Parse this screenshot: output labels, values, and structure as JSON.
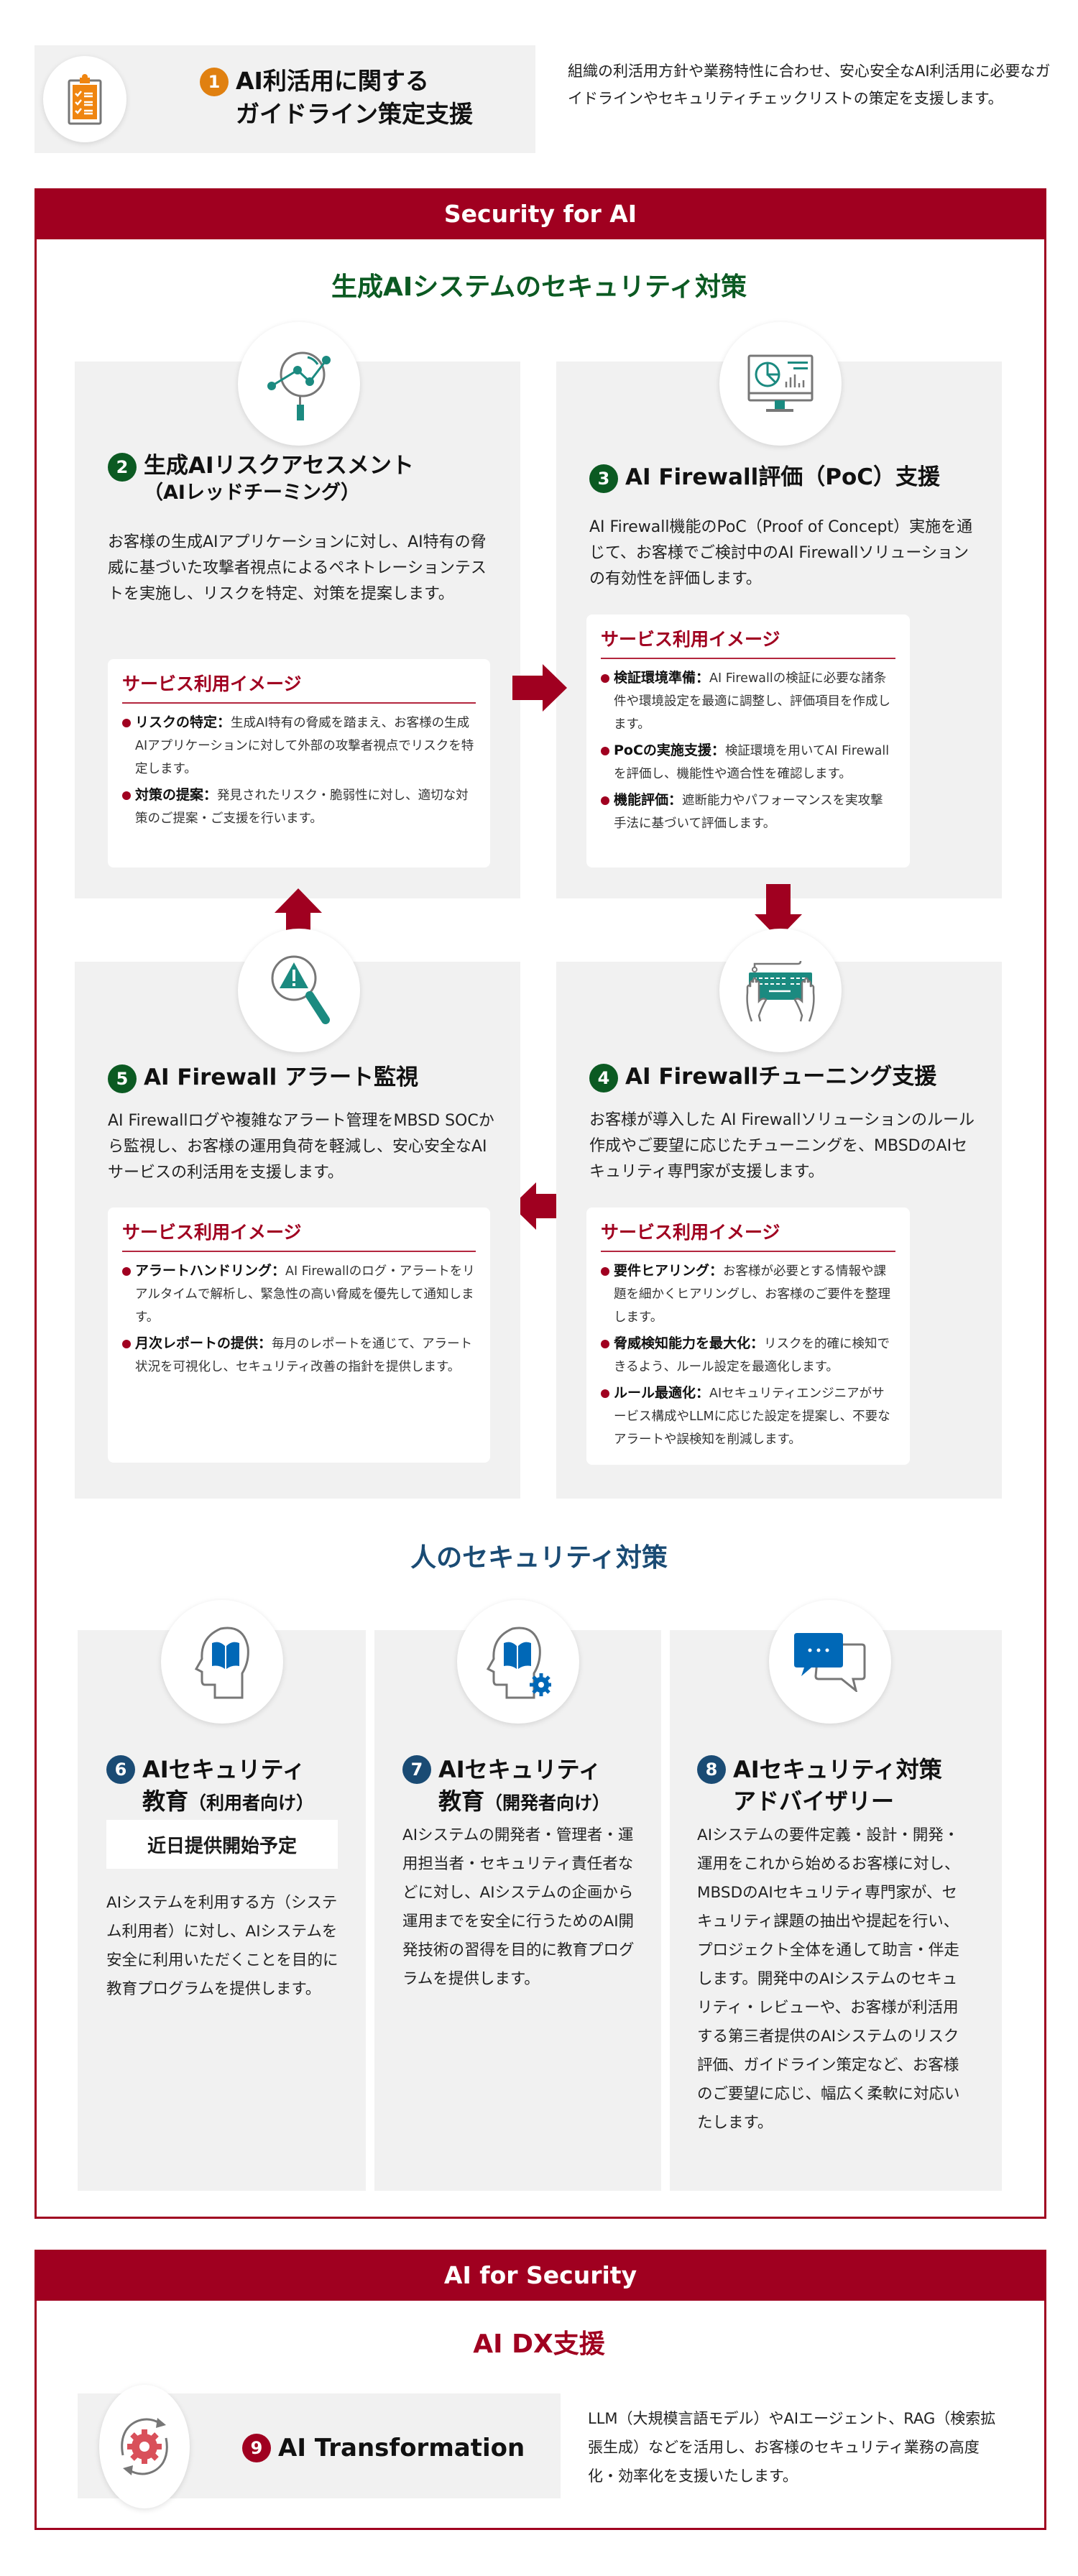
{
  "top_service": {
    "number": "1",
    "title_line1": "AI利活用に関する",
    "title_line2": "ガイドライン策定支援",
    "icon": "clipboard-checklist-icon",
    "description": "組織の利活用方針や業務特性に合わせ、安心安全なAI利活用に必要なガイドラインやセキュリティチェックリストの策定を支援します。"
  },
  "security_for_ai": {
    "band_label": "Security for AI",
    "genai_heading": "生成AIシステムのセキュリティ対策",
    "service_image_label": "サービス利用イメージ",
    "cards": [
      {
        "number": "2",
        "title": "生成AIリスクアセスメント",
        "subtitle": "（AIレッドチーミング）",
        "icon": "magnifier-chart-icon",
        "description": "お客様の生成AIアプリケーションに対し、AI特有の脅威に基づいた攻撃者視点によるペネトレーションテストを実施し、リスクを特定、対策を提案します。",
        "items": [
          {
            "label": "リスクの特定：",
            "text": "生成AI特有の脅威を踏まえ、お客様の生成AIアプリケーションに対して外部の攻撃者視点でリスクを特定します。"
          },
          {
            "label": "対策の提案：",
            "text": "発見されたリスク・脆弱性に対し、適切な対策のご提案・ご支援を行います。"
          }
        ]
      },
      {
        "number": "3",
        "title": "AI Firewall評価（PoC）支援",
        "icon": "monitor-dashboard-icon",
        "description": "AI Firewall機能のPoC（Proof of Concept）実施を通じて、お客様でご検討中のAI Firewallソリューションの有効性を評価します。",
        "items": [
          {
            "label": "検証環境準備：",
            "text": "AI Firewallの検証に必要な諸条件や環境設定を最適に調整し、評価項目を作成します。"
          },
          {
            "label": "PoCの実施支援：",
            "text": "検証環境を用いてAI Firewallを評価し、機能性や適合性を確認します。"
          },
          {
            "label": "機能評価：",
            "text": "遮断能力やパフォーマンスを実攻撃手法に基づいて評価します。"
          }
        ]
      },
      {
        "number": "4",
        "title": "AI Firewallチューニング支援",
        "icon": "keyboard-hands-icon",
        "description": "お客様が導入した AI Firewallソリューションのルール作成やご要望に応じたチューニングを、MBSDのAIセキュリティ専門家が支援します。",
        "items": [
          {
            "label": "要件ヒアリング：",
            "text": "お客様が必要とする情報や課題を細かくヒアリングし、お客様のご要件を整理します。"
          },
          {
            "label": "脅威検知能力を最大化：",
            "text": "リスクを的確に検知できるよう、ルール設定を最適化します。"
          },
          {
            "label": "ルール最適化：",
            "text": "AIセキュリティエンジニアがサービス構成やLLMに応じた設定を提案し、不要なアラートや誤検知を削減します。"
          }
        ]
      },
      {
        "number": "5",
        "title": "AI Firewall アラート監視",
        "icon": "magnifier-warning-icon",
        "description": "AI Firewallログや複雑なアラート管理をMBSD SOCから監視し、お客様の運用負荷を軽減し、安心安全なAIサービスの利活用を支援します。",
        "items": [
          {
            "label": "アラートハンドリング：",
            "text": "AI Firewallのログ・アラートをリアルタイムで解析し、緊急性の高い脅威を優先して通知します。"
          },
          {
            "label": "月次レポートの提供：",
            "text": "毎月のレポートを通じて、アラート状況を可視化し、セキュリティ改善の指針を提供します。"
          }
        ]
      }
    ],
    "people_heading": "人のセキュリティ対策",
    "people_cards": [
      {
        "number": "6",
        "title_line1": "AIセキュリティ",
        "title_line2": "教育",
        "title_suffix": "（利用者向け）",
        "icon": "head-book-icon",
        "badge": "近日提供開始予定",
        "description": "AIシステムを利用する方（システム利用者）に対し、AIシステムを安全に利用いただくことを目的に教育プログラムを提供します。"
      },
      {
        "number": "7",
        "title_line1": "AIセキュリティ",
        "title_line2": "教育",
        "title_suffix": "（開発者向け）",
        "icon": "head-book-gear-icon",
        "description": "AIシステムの開発者・管理者・運用担当者・セキュリティ責任者などに対し、AIシステムの企画から運用までを安全に行うためのAI開発技術の習得を目的に教育プログラムを提供します。"
      },
      {
        "number": "8",
        "title_line1": "AIセキュリティ対策",
        "title_line2": "アドバイザリー",
        "icon": "chat-bubbles-icon",
        "description": "AIシステムの要件定義・設計・開発・運用をこれから始めるお客様に対し、MBSDのAIセキュリティ専門家が、セキュリティ課題の抽出や提起を行い、プロジェクト全体を通して助言・伴走します。開発中のAIシステムのセキュリティ・レビューや、お客様が利活用する第三者提供のAIシステムのリスク評価、ガイドライン策定など、お客様のご要望に応じ、幅広く柔軟に対応いたします。"
      }
    ]
  },
  "ai_for_security": {
    "band_label": "AI for Security",
    "heading": "AI DX支援",
    "card": {
      "number": "9",
      "title": "AI Transformation",
      "icon": "gear-cycle-icon",
      "description": "LLM（大規模言語モデル）やAIエージェント、RAG（検索拡張生成）などを活用し、お客様のセキュリティ業務の高度化・効率化を支援いたします。"
    }
  },
  "colors": {
    "brand_red": "#a00020",
    "green": "#0b5a22",
    "navy": "#1a4b74",
    "orange": "#e08010",
    "teal": "#1b8a80",
    "blue": "#0068b7",
    "card_gray": "#f1f1f1"
  }
}
